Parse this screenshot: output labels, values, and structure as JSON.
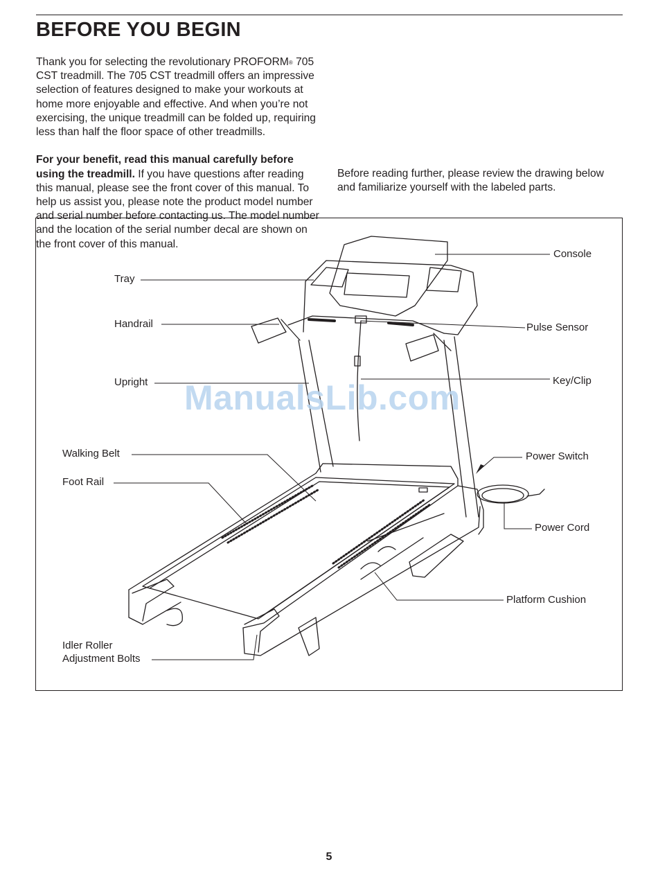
{
  "page": {
    "title": "BEFORE YOU BEGIN",
    "page_number": "5",
    "watermark": "ManualsLib.com"
  },
  "intro": {
    "p1_pre": "Thank you for selecting the revolutionary PROFORM",
    "p1_reg": "®",
    "p1_post": " 705 CST treadmill. The 705 CST treadmill offers an impressive selection of features designed to make your workouts at home more enjoyable and effective. And when you’re not exercising, the unique treadmill can be folded up, requiring less than half the floor space of other treadmills.",
    "p2_bold": "For your benefit, read this manual carefully before using the treadmill.",
    "p2_rest": " If you have questions after reading this manual, please see the front cover of this manual. To help us assist you, please note the product model number and serial number before contacting us. The model number and the location of the serial number decal are shown on the front cover of this manual.",
    "p3": "Before reading further, please review the drawing below and familiarize yourself with the labeled parts."
  },
  "figure": {
    "labels": {
      "console": "Console",
      "tray": "Tray",
      "handrail": "Handrail",
      "pulse_sensor": "Pulse Sensor",
      "upright": "Upright",
      "key_clip": "Key/Clip",
      "walking_belt": "Walking Belt",
      "power_switch": "Power Switch",
      "foot_rail": "Foot Rail",
      "power_cord": "Power Cord",
      "platform_cushion": "Platform Cushion",
      "idler_roller_line1": "Idler Roller",
      "idler_roller_line2": "Adjustment Bolts"
    }
  }
}
